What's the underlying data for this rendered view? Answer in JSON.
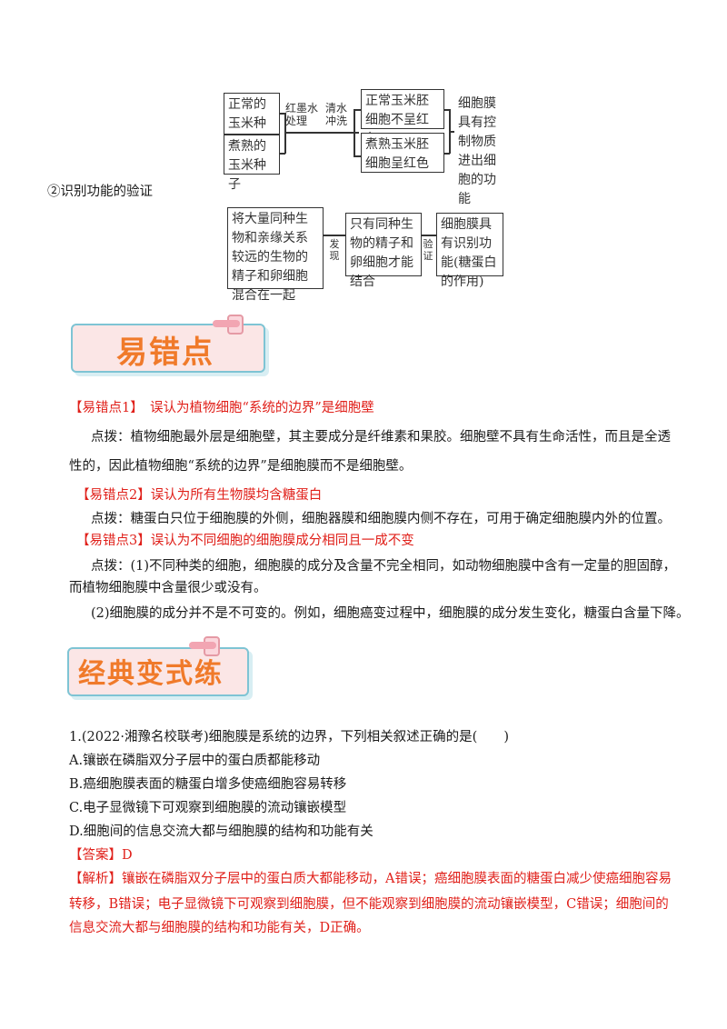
{
  "diagram1": {
    "box_normal_seed": "正常的玉米种子",
    "box_cooked_seed": "煮熟的玉米种子",
    "label_red_ink": "红墨水处理",
    "label_water_rinse": "清水冲洗",
    "box_normal_result": "正常玉米胚细胞不呈红色",
    "box_cooked_result": "煮熟玉米胚细胞呈红色",
    "conclusion": "细胞膜具有控制物质进出细胞的功能"
  },
  "section_recognition_title": "②识别功能的验证",
  "diagram2": {
    "box_mix": "将大量同种生物和亲缘关系较远的生物的精子和卵细胞混合在一起",
    "label_find": "发现",
    "box_result": "只有同种生物的精子和卵细胞才能结合",
    "label_verify": "验证",
    "box_conclusion": "细胞膜具有识别功能(糖蛋白的作用)"
  },
  "banner1_title": "易错点",
  "errors": {
    "e1_tag": "【易错点1】",
    "e1_title": "误认为植物细胞“系统的边界”是细胞壁",
    "e1_tip_l1": "点拨：植物细胞最外层是细胞壁，其主要成分是纤维素和果胶。细胞壁不具有生命活性，而且是全透",
    "e1_tip_l2": "性的，因此植物细胞“系统的边界”是细胞膜而不是细胞壁。",
    "e2_tag": "【易错点2】",
    "e2_title": "误认为所有生物膜均含糖蛋白",
    "e2_tip": "点拨：糖蛋白只位于细胞膜的外侧，细胞器膜和细胞膜内侧不存在，可用于确定细胞膜内外的位置。",
    "e3_tag": "【易错点3】",
    "e3_title": "误认为不同细胞的细胞膜成分相同且一成不变",
    "e3_tip_l1": "点拨：(1)不同种类的细胞，细胞膜的成分及含量不完全相同，如动物细胞膜中含有一定量的胆固醇，",
    "e3_tip_l2": "而植物细胞膜中含量很少或没有。",
    "e3_tip_l3": "(2)细胞膜的成分并不是不可变的。例如，细胞癌变过程中，细胞膜的成分发生变化，糖蛋白含量下降。"
  },
  "banner2_title": "经典变式练",
  "question": {
    "stem": "1.(2022·湘豫名校联考)细胞膜是系统的边界，下列相关叙述正确的是(　　)",
    "A": "A.镶嵌在磷脂双分子层中的蛋白质都能移动",
    "B": "B.癌细胞膜表面的糖蛋白增多使癌细胞容易转移",
    "C": "C.电子显微镜下可观察到细胞膜的流动镶嵌模型",
    "D": "D.细胞间的信息交流大都与细胞膜的结构和功能有关",
    "answer_tag": "【答案】",
    "answer": "D",
    "analysis_tag": "【解析】",
    "analysis_l1": "镶嵌在磷脂双分子层中的蛋白质大都能移动，A错误；癌细胞膜表面的糖蛋白减少使癌细胞容易",
    "analysis_l2": "转移，B错误；电子显微镜下可观察到细胞膜，但不能观察到细胞膜的流动镶嵌模型，C错误；细胞间的",
    "analysis_l3": "信息交流大都与细胞膜的结构和功能有关，D正确。"
  }
}
